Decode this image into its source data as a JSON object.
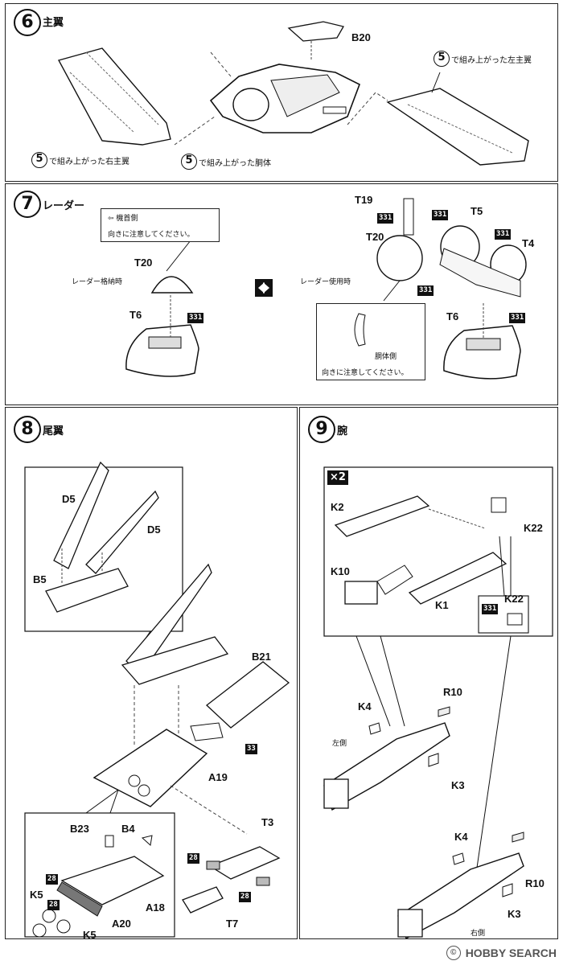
{
  "step6": {
    "number": "6",
    "title": "主翼",
    "part_b20": "B20",
    "ref_num": "5",
    "left_wing_note": "で組み上がった左主翼",
    "right_wing_note": "で組み上がった右主翼",
    "body_note": "で組み上がった胴体"
  },
  "step7": {
    "number": "7",
    "title": "レーダー",
    "note_front": "機首側",
    "note_direction": "向きに注意してください。",
    "stored_label": "レーダー格納時",
    "use_label": "レーダー使用時",
    "body_side": "胴体側",
    "note_direction2": "向きに注意してください。",
    "parts": {
      "t20_left": "T20",
      "t6_left": "T6",
      "t19": "T19",
      "t5": "T5",
      "t4": "T4",
      "t20_right": "T20",
      "t6_right": "T6"
    },
    "paint": "331"
  },
  "step8": {
    "number": "8",
    "title": "尾翼",
    "parts": {
      "d5a": "D5",
      "d5b": "D5",
      "b5": "B5",
      "b21": "B21",
      "a19": "A19",
      "b23": "B23",
      "b4": "B4",
      "a18": "A18",
      "a20": "A20",
      "k5a": "K5",
      "k5b": "K5",
      "t3": "T3",
      "t7": "T7"
    },
    "paint33": "33",
    "paint28": "28"
  },
  "step9": {
    "number": "9",
    "title": "腕",
    "multiplier": "×2",
    "parts": {
      "k2": "K2",
      "k22a": "K22",
      "k10": "K10",
      "k1": "K1",
      "k22b": "K22",
      "k4a": "K4",
      "r10a": "R10",
      "k3a": "K3",
      "k4b": "K4",
      "r10b": "R10",
      "k3b": "K3"
    },
    "paint": "331",
    "left_side": "左側",
    "right_side": "右側"
  },
  "watermark": {
    "copyright": "©",
    "brand": "HOBBY SEARCH"
  }
}
